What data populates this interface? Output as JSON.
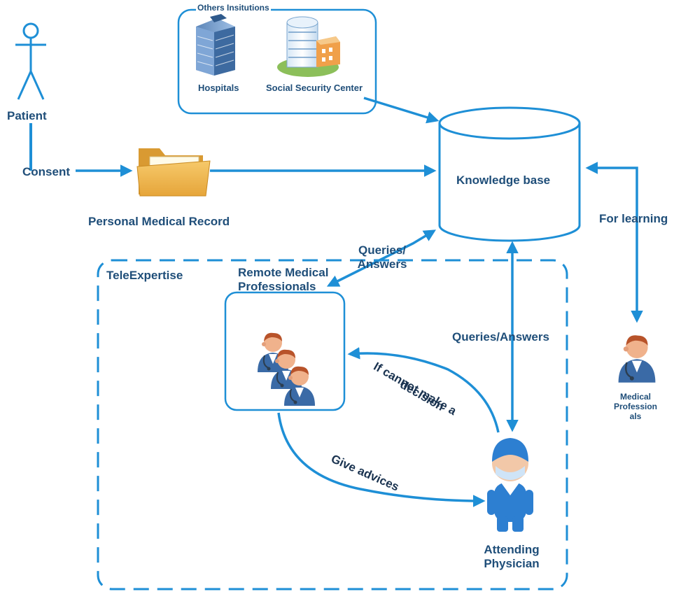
{
  "actors": {
    "patient": "Patient",
    "attending_physician": "Attending Physician",
    "remote_professionals": "Remote Medical Professionals",
    "medical_professionals": "Medical Profession als"
  },
  "institutions": {
    "group_title": "Others Insitutions",
    "hospitals": "Hospitals",
    "social_security": "Social Security Center"
  },
  "knowledge_base": "Knowledge base",
  "record": "Personal Medical Record",
  "teleexpertise": "TeleExpertise",
  "flows": {
    "consent": "Consent",
    "queries_answers_remote": "Queries/ Answers",
    "queries_answers_physician": "Queries/Answers",
    "for_learning": "For learning",
    "if_cannot_line1": "If cannot make a",
    "if_cannot_line2": "decision",
    "give_advices": "Give advices"
  },
  "colors": {
    "line": "#1e8fd6",
    "label": "#1f4e79",
    "folder": "#f2b84b",
    "scrubs": "#2d7fd1",
    "doctor_coat": "#3a6aa6"
  }
}
